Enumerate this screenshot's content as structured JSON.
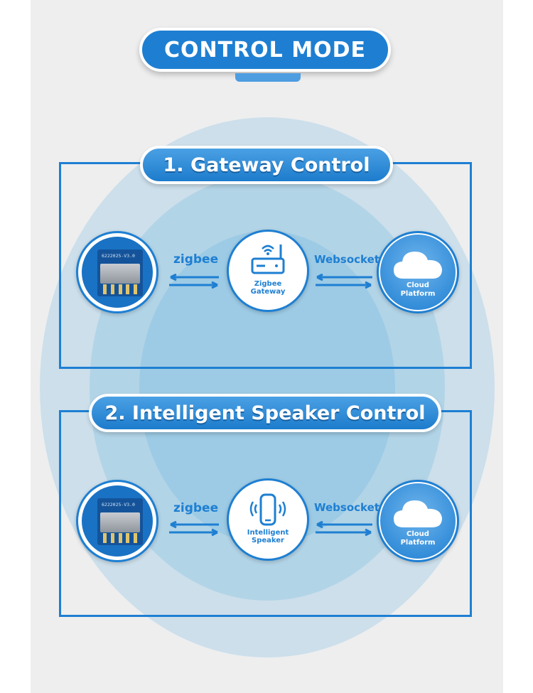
{
  "header": {
    "title": "CONTROL MODE"
  },
  "sections": [
    {
      "title": "1. Gateway Control",
      "chip_marking": "6222025-V3.0",
      "left_protocol": "zigbee",
      "right_protocol": "Websocket",
      "hub_label_line1": "Zigbee",
      "hub_label_line2": "Gateway",
      "cloud_line1": "Cloud",
      "cloud_line2": "Platform"
    },
    {
      "title": "2. Intelligent Speaker Control",
      "chip_marking": "6222025-V3.0",
      "left_protocol": "zigbee",
      "right_protocol": "Websocket",
      "hub_label_line1": "Intelligent",
      "hub_label_line2": "Speaker",
      "cloud_line1": "Cloud",
      "cloud_line2": "Platform"
    }
  ],
  "colors": {
    "primary": "#1e7fd2",
    "panel_background": "#eeeeef",
    "glow": "#9ccae4"
  },
  "icons": [
    "zigbee-module-icon",
    "router-icon",
    "smart-speaker-icon",
    "cloud-icon",
    "bidirectional-arrows-icon"
  ]
}
